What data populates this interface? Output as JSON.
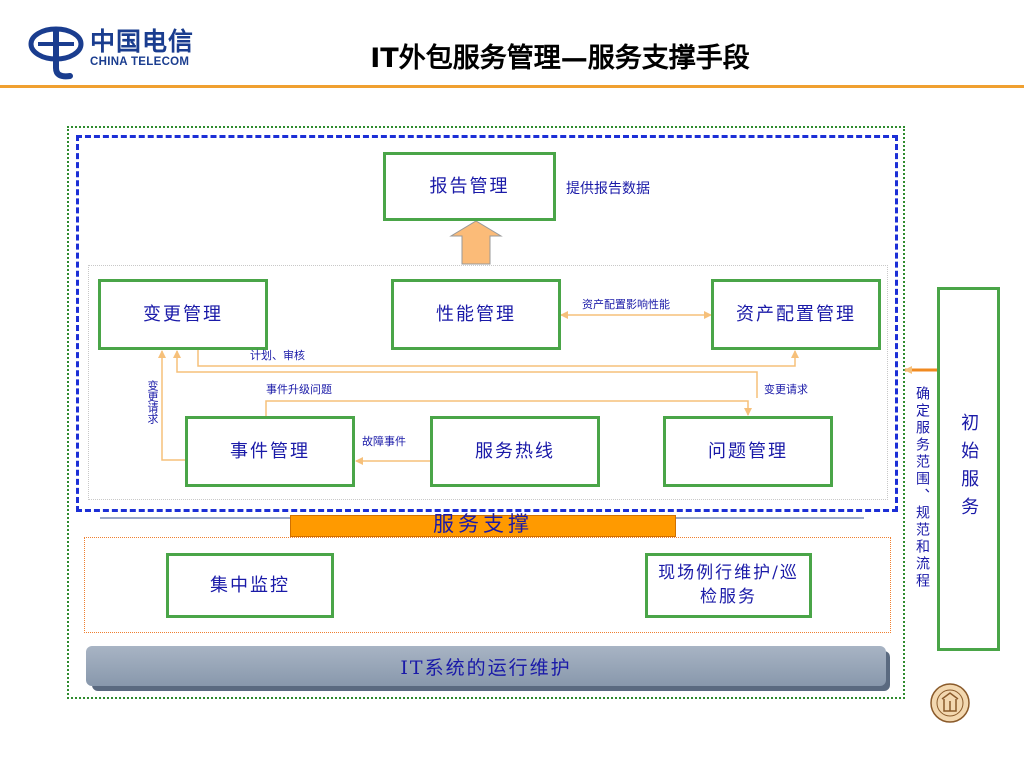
{
  "header": {
    "logo_cn": "中国电信",
    "logo_en": "CHINA TELECOM",
    "title": "IT外包服务管理—服务支撑手段"
  },
  "diagram": {
    "report": {
      "label": "报告管理",
      "note": "提供报告数据"
    },
    "change": {
      "label": "变更管理"
    },
    "performance": {
      "label": "性能管理"
    },
    "asset": {
      "label": "资产配置管理"
    },
    "incident": {
      "label": "事件管理"
    },
    "hotline": {
      "label": "服务热线"
    },
    "problem": {
      "label": "问题管理"
    },
    "edge_labels": {
      "asset_perf": "资产配置影响性能",
      "plan_review": "计划、审核",
      "escalation": "事件升级问题",
      "change_request_right": "变更请求",
      "change_request_left": "变更请求",
      "fault_event": "故障事件"
    },
    "support_bar": "服务支撑",
    "monitor": {
      "label": "集中监控"
    },
    "onsite": {
      "label": "现场例行维护/巡检服务"
    },
    "it_bar": "IT系统的运行维护",
    "initial": {
      "label": "初始服务"
    },
    "initial_note": "确定服务范围、规范和流程"
  },
  "colors": {
    "box_border": "#4aa548",
    "label_text": "#1a1aa8",
    "arrow": "#f6c07a",
    "dashed_frame": "#1c2fd6",
    "orange_accent": "#ff9a00"
  }
}
